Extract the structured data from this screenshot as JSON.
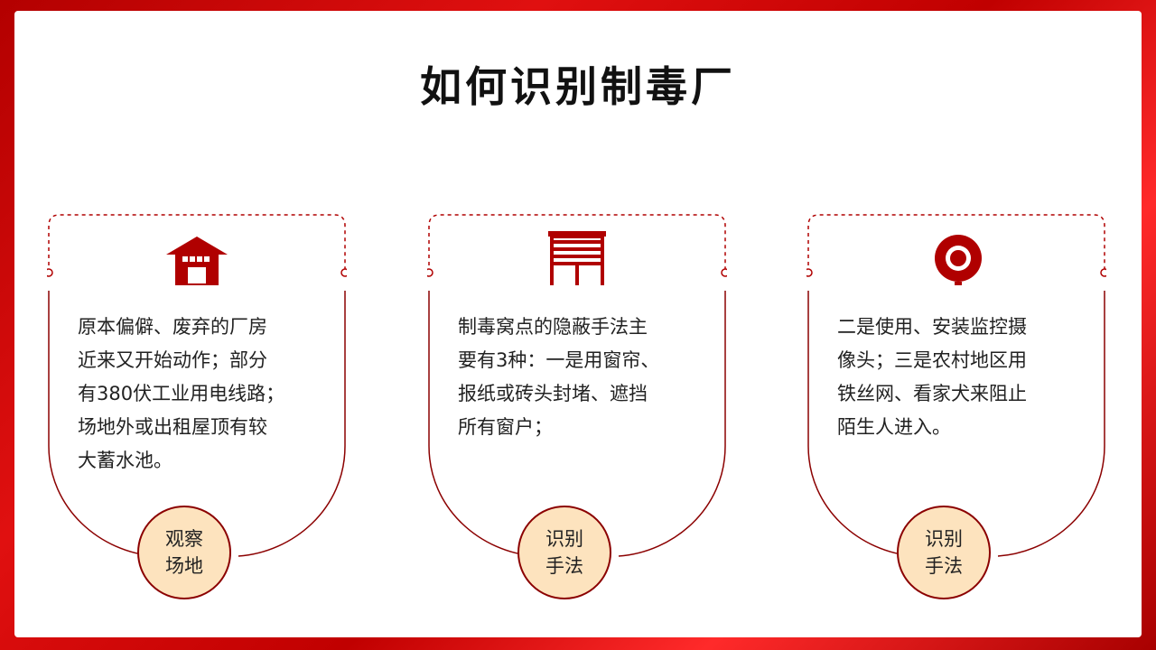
{
  "slide": {
    "title": "如何识别制毒厂"
  },
  "colors": {
    "accent": "#b00000",
    "frame": "#8b0000",
    "badge_fill": "#fde3be"
  },
  "cards": [
    {
      "icon": "warehouse-icon",
      "lines": [
        "原本偏僻、废弃的厂房",
        "近来又开始动作；部分",
        "有380伏工业用电线路；",
        "场地外或出租屋顶有较",
        "大蓄水池。"
      ],
      "badge": [
        "观察",
        "场地"
      ]
    },
    {
      "icon": "window-blinds-icon",
      "lines": [
        "制毒窝点的隐蔽手法主",
        "要有3种：一是用窗帘、",
        "报纸或砖头封堵、遮挡",
        "所有窗户；"
      ],
      "badge": [
        "识别",
        "手法"
      ]
    },
    {
      "icon": "webcam-icon",
      "lines": [
        "二是使用、安装监控摄",
        "像头；三是农村地区用",
        "铁丝网、看家犬来阻止",
        "陌生人进入。"
      ],
      "badge": [
        "识别",
        "手法"
      ]
    }
  ]
}
